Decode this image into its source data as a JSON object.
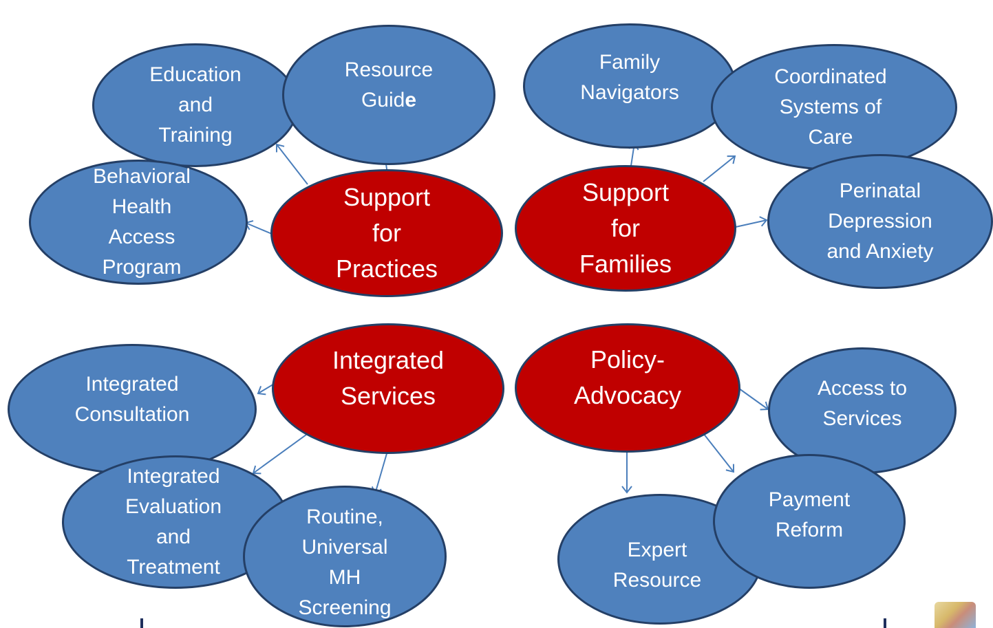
{
  "diagram": {
    "hubs": {
      "practices": {
        "lines": [
          "Support",
          "for",
          "Practices"
        ]
      },
      "families": {
        "lines": [
          "Support",
          "for",
          "Families"
        ]
      },
      "integrated": {
        "lines": [
          "Integrated",
          "Services"
        ]
      },
      "policy": {
        "lines": [
          "Policy-",
          "Advocacy"
        ]
      }
    },
    "nodes": {
      "resource_guide": {
        "line1": "Resource",
        "line2_main": "Guid",
        "line2_bold": "e"
      },
      "education_training": {
        "lines": [
          "Education",
          "and",
          "Training"
        ]
      },
      "bhap": {
        "lines": [
          "Behavioral",
          "Health",
          "Access",
          "Program"
        ]
      },
      "family_navigators": {
        "lines": [
          "Family",
          "Navigators"
        ]
      },
      "coordinated_systems": {
        "lines": [
          "Coordinated",
          "Systems of",
          "Care"
        ]
      },
      "perinatal": {
        "lines": [
          "Perinatal",
          "Depression",
          "and Anxiety"
        ]
      },
      "integrated_consultation": {
        "lines": [
          "Integrated",
          "Consultation"
        ]
      },
      "integrated_evaluation": {
        "lines": [
          "Integrated",
          "Evaluation",
          "and",
          "Treatment"
        ]
      },
      "routine_screening": {
        "lines": [
          "Routine,",
          "Universal",
          "MH",
          "Screening"
        ]
      },
      "access_services": {
        "lines": [
          "Access to",
          "Services"
        ]
      },
      "payment_reform": {
        "lines": [
          "Payment",
          "Reform"
        ]
      },
      "expert_resource": {
        "lines": [
          "Expert",
          "Resource"
        ]
      }
    },
    "colors": {
      "hub_fill": "#c00000",
      "node_fill": "#4f81bd",
      "outline": "#243f66",
      "arrow": "#4a7ebb",
      "text": "#ffffff"
    }
  }
}
